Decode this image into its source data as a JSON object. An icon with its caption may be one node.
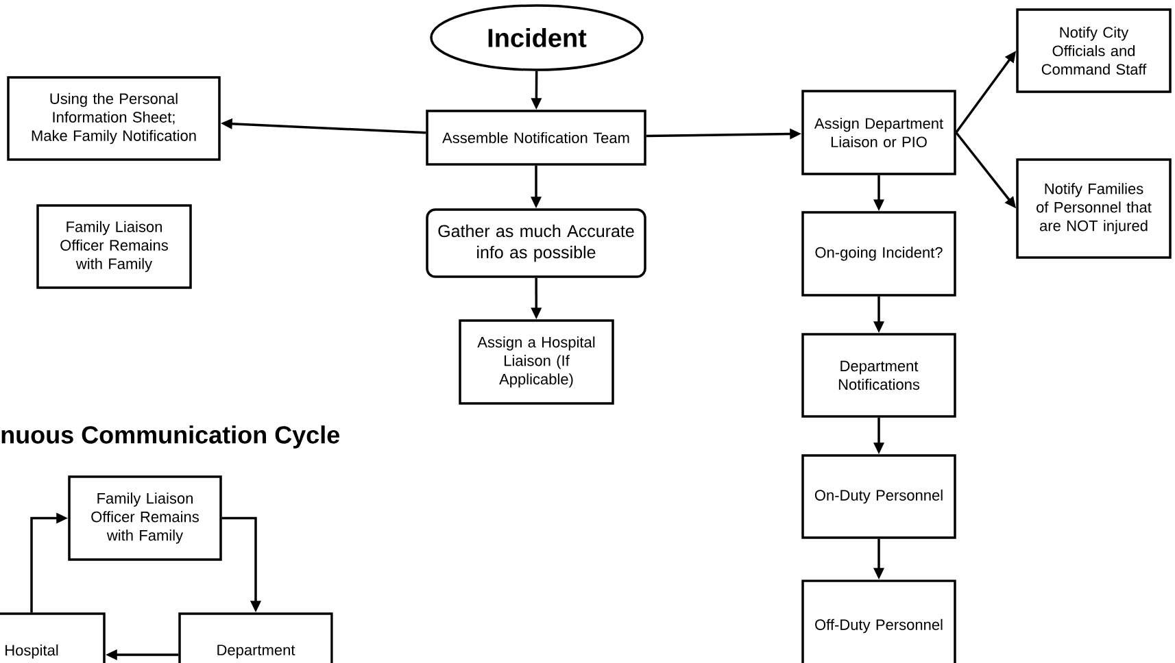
{
  "diagram": {
    "title": "nuous Communication Cycle",
    "nodes": [
      {
        "text": [
          "Incident"
        ]
      },
      {
        "text": [
          "Assemble Notification Team"
        ]
      },
      {
        "text": [
          "Using the Personal Information Sheet; Make Family Notification"
        ]
      },
      {
        "text": [
          "Family Liaison Officer Remains with Family"
        ]
      },
      {
        "text": [
          "Gather as much Accurate info as possible"
        ]
      },
      {
        "text": [
          "Assign a Hospital Liaison (If Applicable)"
        ]
      },
      {
        "text": [
          "Assign Department Liaison or PIO"
        ]
      },
      {
        "text": [
          "Notify City Officials and Command Staff"
        ]
      },
      {
        "text": [
          "Notify Families of Personnel that are NOT injured"
        ]
      },
      {
        "text": [
          "On-going Incident?"
        ]
      },
      {
        "text": [
          "Department Notifications"
        ]
      },
      {
        "text": [
          "On-Duty Personnel"
        ]
      },
      {
        "text": [
          "Off-Duty Personnel"
        ]
      },
      {
        "text": [
          "Family Liaison Officer Remains with Family"
        ]
      },
      {
        "text": [
          "Hospital"
        ]
      },
      {
        "text": [
          "Department"
        ]
      }
    ],
    "edges": [
      {
        "from": 0,
        "to": 1,
        "arrow": "to"
      },
      {
        "from": 1,
        "to": 2,
        "arrow": "to"
      },
      {
        "from": 1,
        "to": 6,
        "arrow": "to"
      },
      {
        "from": 1,
        "to": 4,
        "arrow": "to"
      },
      {
        "from": 4,
        "to": 5,
        "arrow": "to"
      },
      {
        "from": 6,
        "to": 7,
        "arrow": "to"
      },
      {
        "from": 6,
        "to": 8,
        "arrow": "to"
      },
      {
        "from": 6,
        "to": 9,
        "arrow": "to"
      },
      {
        "from": 9,
        "to": 10,
        "arrow": "to"
      },
      {
        "from": 10,
        "to": 11,
        "arrow": "to"
      },
      {
        "from": 11,
        "to": 12,
        "arrow": "to"
      },
      {
        "from": 13,
        "to": 15,
        "arrow": "to"
      },
      {
        "from": 15,
        "to": 14,
        "arrow": "to"
      },
      {
        "from": 14,
        "to": 13,
        "arrow": "to"
      }
    ]
  }
}
